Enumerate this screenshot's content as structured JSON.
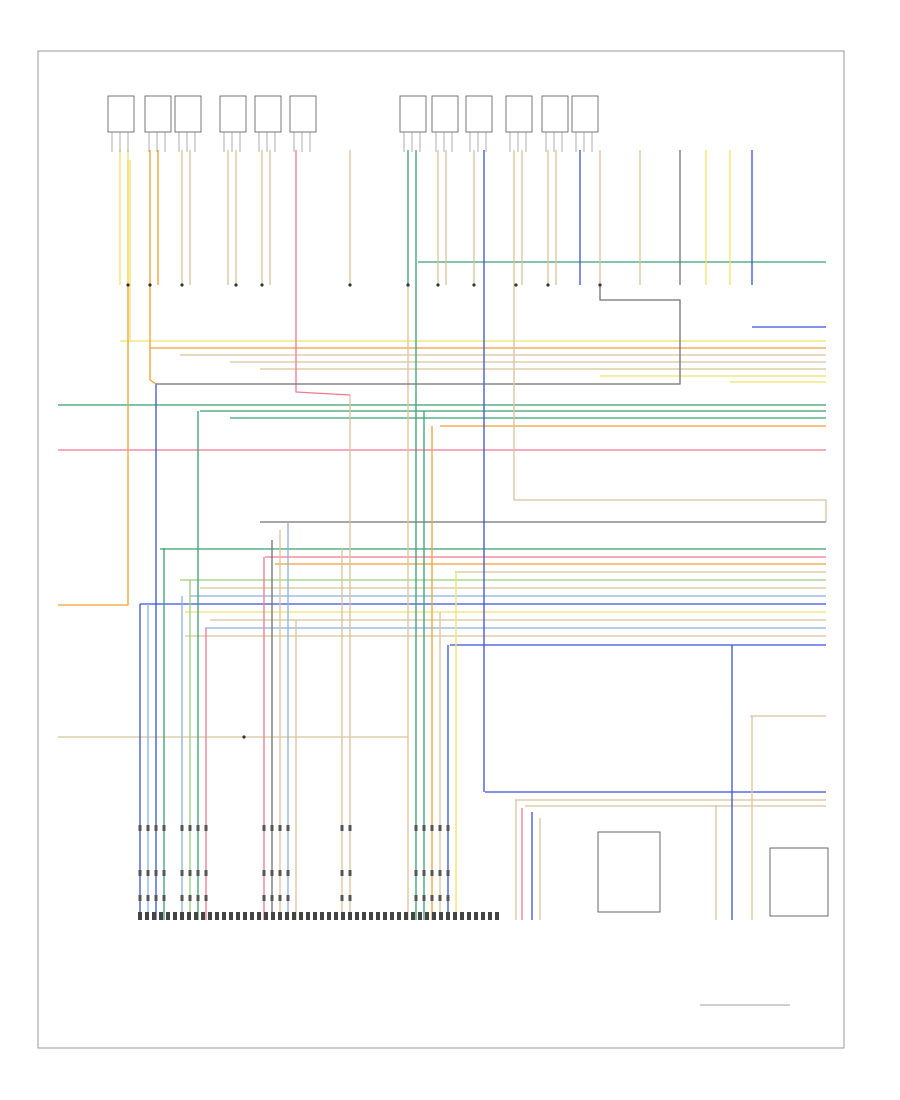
{
  "colors": {
    "yellow": "#f2e26a",
    "tan": "#d9c39a",
    "orange": "#f0a030",
    "pink": "#f07890",
    "green": "#3aa070",
    "blue": "#3a50d8",
    "lightblue": "#8ab0e0",
    "lightgreen": "#9ccf7a",
    "gray": "#707070",
    "lime": "#c0dc40",
    "frame": "#9a9a9a"
  },
  "diagram": {
    "wire_colors": [
      "yellow",
      "tan",
      "orange",
      "pink",
      "green",
      "blue",
      "lightblue",
      "lightgreen",
      "gray",
      "lime"
    ]
  }
}
